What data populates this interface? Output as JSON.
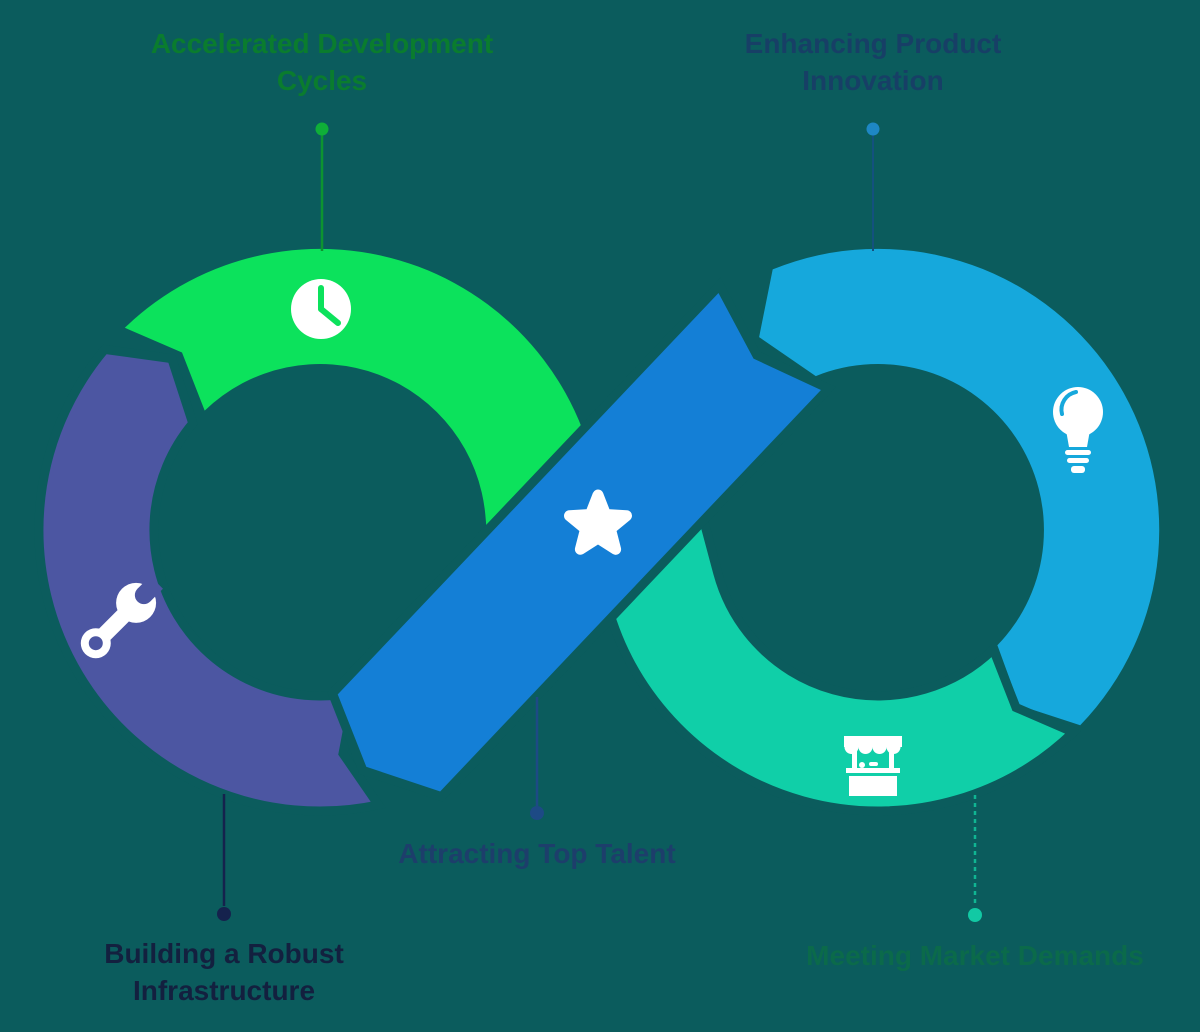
{
  "diagram": {
    "title": "DevOps adoption infinity loop",
    "background_color": "#0b5c5d",
    "segments": [
      {
        "id": "accelerated-development-cycles",
        "label": "Accelerated Development Cycles",
        "color": "#0ce25c",
        "label_color": "#0a7c2e",
        "icon": "clock-icon",
        "dot_color": "#0fae38",
        "position": "top-left-loop"
      },
      {
        "id": "enhancing-product-innovation",
        "label": "Enhancing Product Innovation",
        "color": "#16a8dc",
        "label_color": "#173f66",
        "icon": "lightbulb-icon",
        "dot_color": "#1e87c4",
        "position": "top-right-loop"
      },
      {
        "id": "attracting-top-talent",
        "label": "Attracting Top Talent",
        "color": "#147fd6",
        "label_color": "#1d3e6b",
        "icon": "star-icon",
        "dot_color": "#1d4a85",
        "position": "center-cross-band"
      },
      {
        "id": "building-a-robust-infrastructure",
        "label": "Building a Robust Infrastructure",
        "color": "#4c56a2",
        "label_color": "#13203f",
        "icon": "wrench-icon",
        "dot_color": "#15224d",
        "position": "bottom-left-loop"
      },
      {
        "id": "meeting-market-demands",
        "label": "Meeting Market Demands",
        "color": "#10cfa8",
        "label_color": "#0b6a4a",
        "icon": "market-stall-icon",
        "dot_color": "#12c9a4",
        "position": "bottom-right-loop"
      }
    ]
  }
}
